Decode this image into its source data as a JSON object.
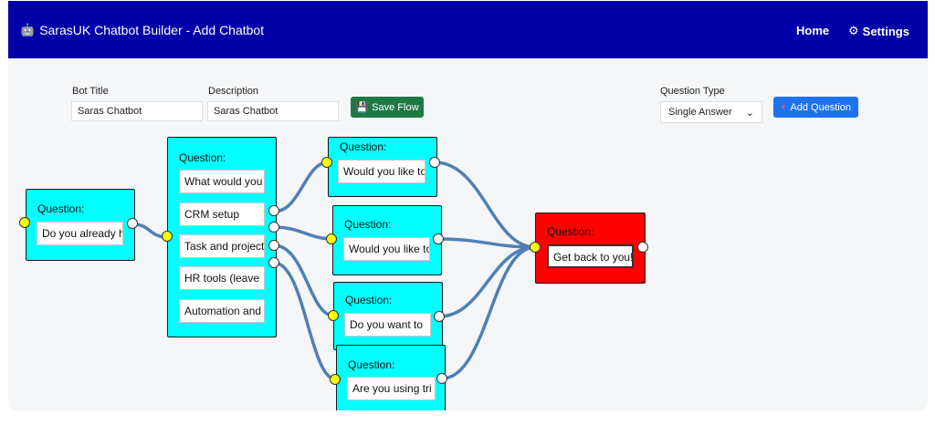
{
  "header": {
    "title": "SarasUK Chatbot Builder - Add Chatbot",
    "nav_home": "Home",
    "nav_settings": "Settings"
  },
  "toolbar": {
    "bot_title_label": "Bot Title",
    "bot_title_value": "Saras Chatbot",
    "description_label": "Description",
    "description_value": "Saras Chatbot",
    "save_label": "Save Flow",
    "question_type_label": "Question Type",
    "question_type_value": "Single Answer",
    "add_question_label": "Add Question"
  },
  "colors": {
    "header": "#0000a8",
    "node": "#00ffff",
    "node_end": "#ff0000",
    "wire": "#4f80b4",
    "port_in": "#ffff00"
  },
  "nodes": [
    {
      "label": "Question:",
      "options": [
        "Do you already have"
      ]
    },
    {
      "label": "Question:",
      "options": [
        "What would you like",
        "CRM setup",
        "Task and project",
        "HR tools (leave",
        "Automation and"
      ]
    },
    {
      "label": "Question:",
      "options": [
        "Would you like to"
      ]
    },
    {
      "label": "Question:",
      "options": [
        "Would you like to"
      ]
    },
    {
      "label": "Question:",
      "options": [
        "Do you want to"
      ]
    },
    {
      "label": "Question:",
      "options": [
        "Are you using tri"
      ]
    },
    {
      "label": "Question:",
      "options": [
        "Get back to you!"
      ]
    }
  ]
}
